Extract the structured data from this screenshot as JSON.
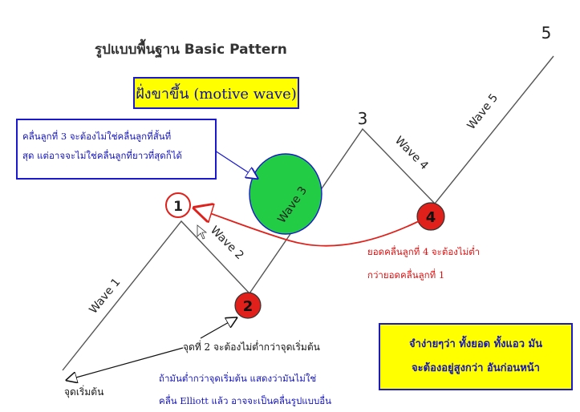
{
  "title": "รูปแบบพื้นฐาน Basic Pattern",
  "motive_label": "ฝั่งขาขึ้น (motive wave)",
  "points": {
    "p1": "1",
    "p2": "2",
    "p3": "3",
    "p4": "4",
    "p5": "5"
  },
  "waves": {
    "w1": "Wave 1",
    "w2": "Wave 2",
    "w3": "Wave 3",
    "w4": "Wave 4",
    "w5": "Wave 5"
  },
  "notes": {
    "wave3_line1": "คลื่นลูกที่ 3 จะต้องไม่ใช่คลื่นลูกที่สั้นที่",
    "wave3_line2": "สุด แต่อาจจะไม่ใช่คลื่นลูกที่ยาวที่สุดก็ได้",
    "wave4_line1": "ยอดคลื่นลูกที่ 4 จะต้องไม่ต่ำ",
    "wave4_line2": "กว่ายอดคลื่นลูกที่ 1",
    "wave2_rule": "จุดที่ 2 จะต้องไม่ต่ำกว่าจุดเริ่มต้น",
    "wave2_line1": "ถ้ามันต่ำกว่าจุดเริ่มต้น แสดงว่ามันไม่ใช่",
    "wave2_line2": "คลื่น Elliott แล้ว อาจจะเป็นคลื่นรูปแบบอื่น",
    "start": "จุดเริ่มต้น"
  },
  "remember": {
    "line1": "จำง่ายๆว่า ทั้งยอด ทั้งแอว มัน",
    "line2": "จะต้องอยู่สูงกว่า อันก่อนหน้า"
  },
  "colors": {
    "accent_red": "#e0201a",
    "highlight_yellow": "#ffff00",
    "note_blue": "#1515bb",
    "wave3_green": "#22cc44"
  }
}
